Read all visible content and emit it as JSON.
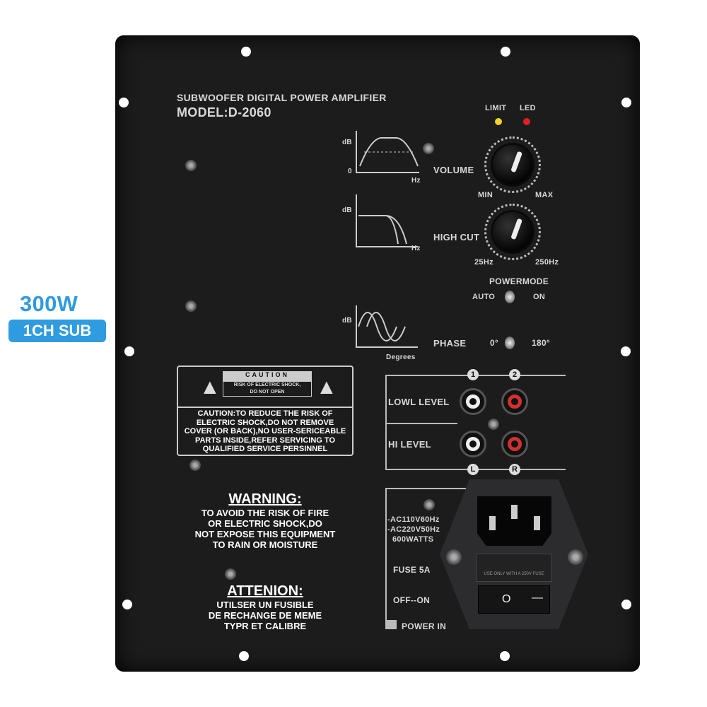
{
  "badge": {
    "power": "300W",
    "channel": "1CH SUB",
    "color": "#2f9be0"
  },
  "panel": {
    "title": "SUBWOOFER DIGITAL POWER AMPLIFIER",
    "model": "MODEL:D-2060",
    "indicators": {
      "limit": "LIMIT",
      "led": "LED",
      "limit_color": "#f2d22a",
      "led_color": "#e02020"
    },
    "volume": {
      "label": "VOLUME",
      "min": "MIN",
      "max": "MAX",
      "graph_y": "dB",
      "graph_zero": "0",
      "graph_x": "Hz"
    },
    "high_cut": {
      "label": "HIGH CUT",
      "min": "25Hz",
      "max": "250Hz",
      "graph_y": "dB",
      "graph_x": "Hz"
    },
    "power_mode": {
      "label": "POWERMODE",
      "auto": "AUTO",
      "on": "ON"
    },
    "phase": {
      "label": "PHASE",
      "zero": "0°",
      "max": "180°",
      "graph_y": "dB",
      "graph_x": "Degrees"
    },
    "caution": {
      "header": "CAUTION",
      "sub1": "RISK OF ELECTRIC SHOCK,",
      "sub2": "DO NOT OPEN",
      "lines": [
        "CAUTION:TO REDUCE THE RISK OF",
        "ELECTRIC SHOCK,DO NOT REMOVE",
        "COVER (OR BACK),NO USER-SERICEABLE",
        "PARTS INSIDE,REFER SERVICING TO",
        "QUALIFIED SERVICE PERSINNEL"
      ]
    },
    "warning": {
      "title": "WARNING:",
      "lines": [
        "TO AVOID THE RISK OF FIRE",
        "OR ELECTRIC SHOCK,DO",
        "NOT EXPOSE THIS EQUIPMENT",
        "TO RAIN OR MOISTURE"
      ]
    },
    "attention": {
      "title": "ATTENION:",
      "lines": [
        "UTILSER UN FUSIBLE",
        "DE RECHANGE DE MEME",
        "TYPR ET CALIBRE"
      ]
    },
    "inputs": {
      "low": "LOWL LEVEL",
      "hi": "HI LEVEL",
      "ch1": "1",
      "ch2": "2",
      "left": "L",
      "right": "R"
    },
    "power": {
      "v1": "-AC110V60Hz",
      "v2": "-AC220V50Hz",
      "watts": "600WATTS",
      "fuse": "FUSE 5A",
      "switch": "OFF--ON",
      "power_in": "POWER IN",
      "fuse_note": "USE ONLY WITH A 250V FUSE",
      "off_symbol": "O",
      "on_symbol": "—"
    }
  }
}
